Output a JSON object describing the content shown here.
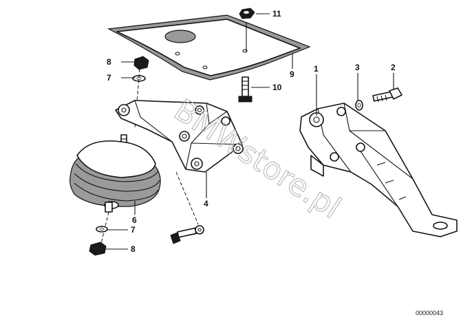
{
  "diagram": {
    "parts": [
      {
        "id": "p1",
        "number": "1"
      },
      {
        "id": "p2",
        "number": "2"
      },
      {
        "id": "p3",
        "number": "3"
      },
      {
        "id": "p4",
        "number": "4"
      },
      {
        "id": "p6",
        "number": "6"
      },
      {
        "id": "p7a",
        "number": "7"
      },
      {
        "id": "p7b",
        "number": "7"
      },
      {
        "id": "p8a",
        "number": "8"
      },
      {
        "id": "p8b",
        "number": "8"
      },
      {
        "id": "p9",
        "number": "9"
      },
      {
        "id": "p10",
        "number": "10"
      },
      {
        "id": "p11",
        "number": "11"
      }
    ],
    "watermark": "BMWstore.pl",
    "reference_number": "00000043"
  }
}
